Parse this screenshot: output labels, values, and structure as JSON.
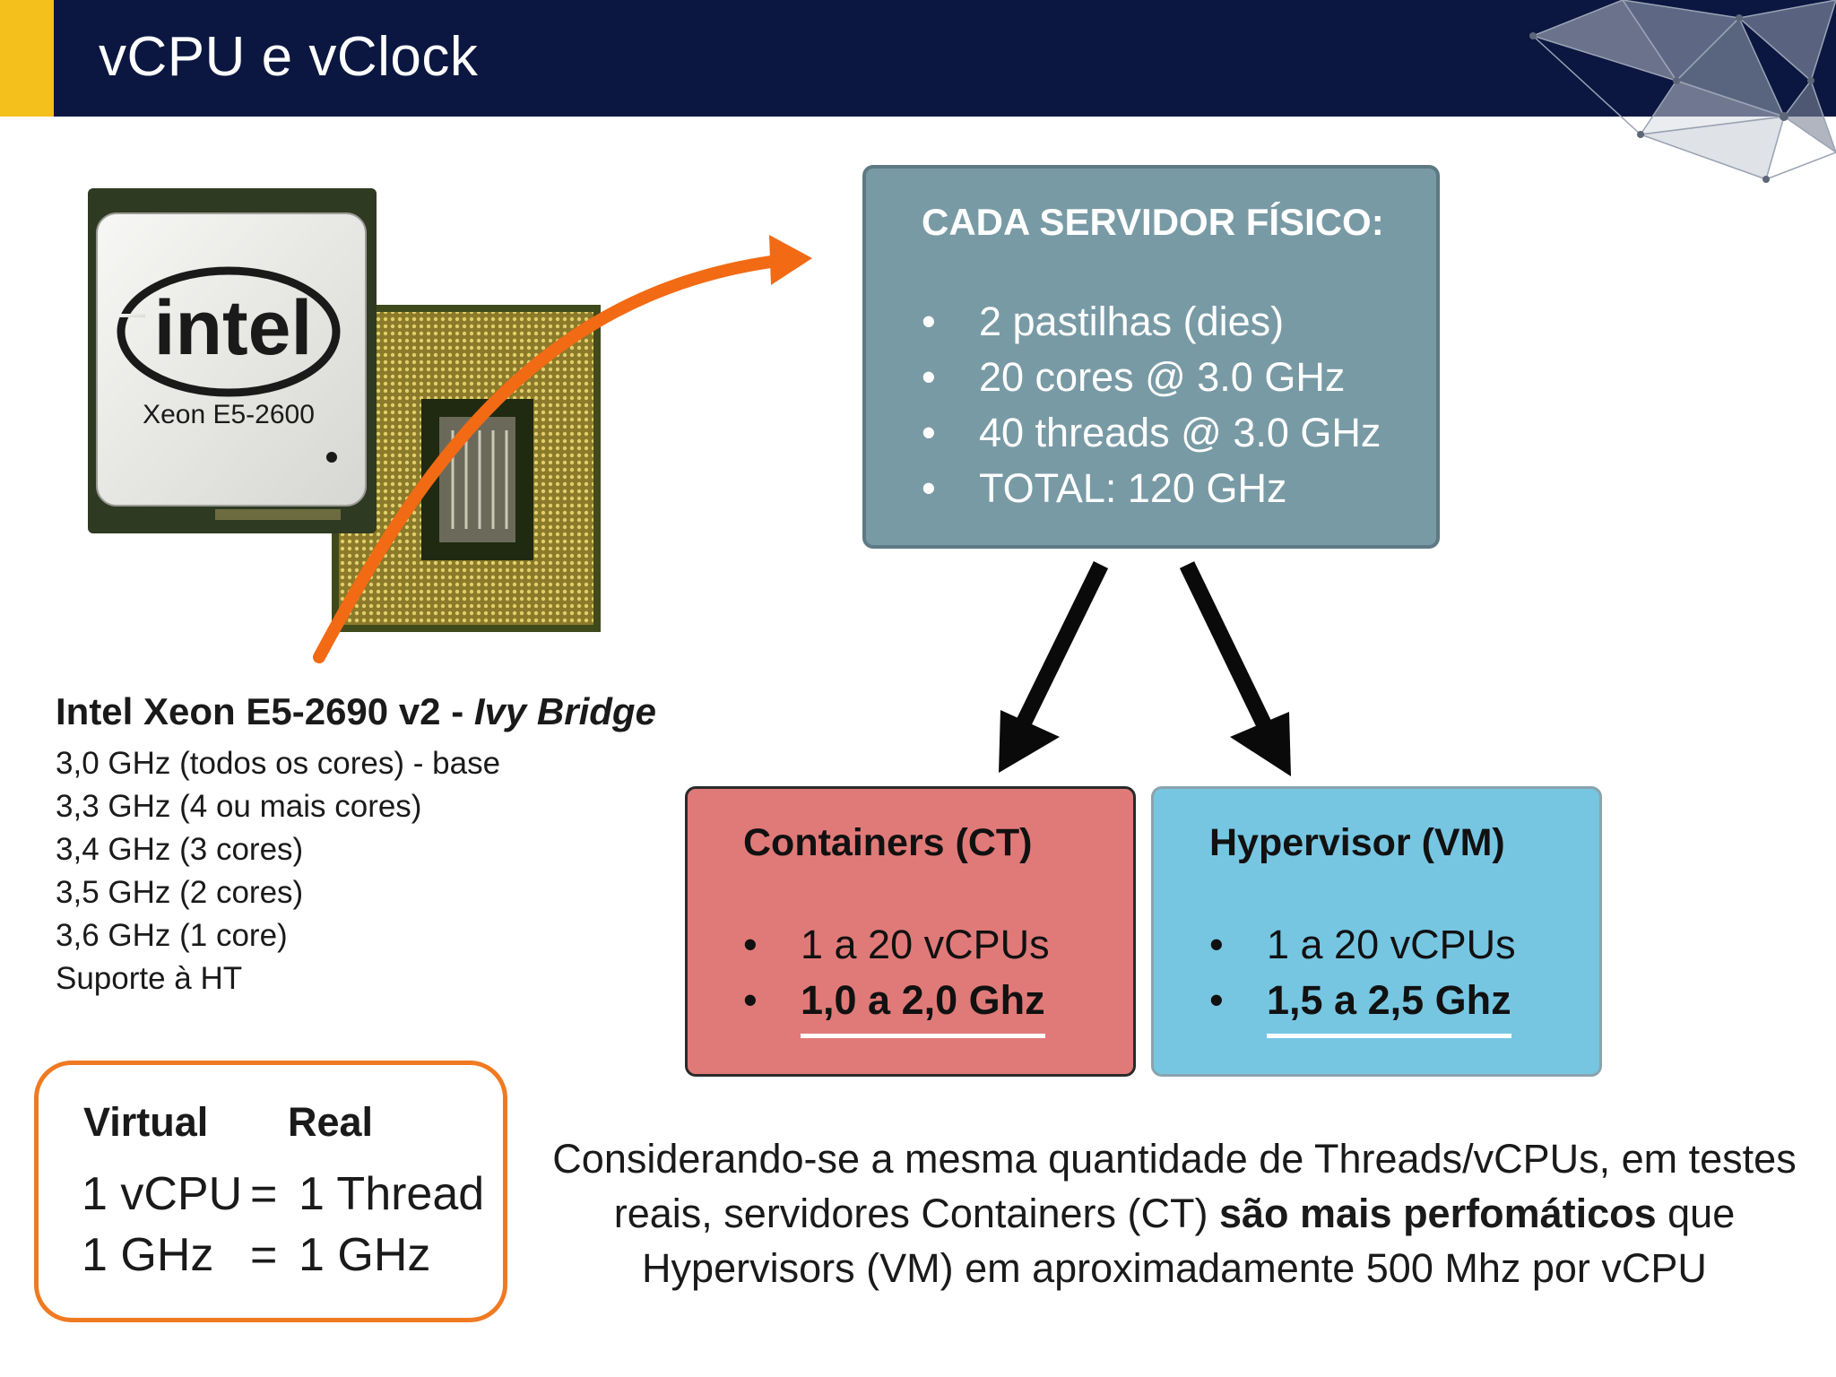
{
  "header": {
    "title": "vCPU e vClock",
    "accent_color": "#f3c01c",
    "background_color": "#0b1740"
  },
  "cpu_image": {
    "brand": "intel",
    "model_label": "Xeon E5-2600"
  },
  "cpu_caption": {
    "title_main": "Intel Xeon E5-2690 v2 - ",
    "title_italic": "Ivy Bridge",
    "specs": [
      "3,0 GHz (todos os cores) - base",
      "3,3 GHz (4 ou mais cores)",
      "3,4 GHz (3 cores)",
      "3,5 GHz (2 cores)",
      "3,6 GHz (1 core)",
      "Suporte à HT"
    ]
  },
  "server_box": {
    "title": "CADA SERVIDOR FÍSICO:",
    "items": [
      "2 pastilhas (dies)",
      "20 cores @ 3.0 GHz",
      "40 threads @ 3.0 GHz",
      "TOTAL: 120 GHz"
    ]
  },
  "containers_box": {
    "title": "Containers (CT)",
    "item_1": "1 a 20 vCPUs",
    "item_2": "1,0 a 2,0 Ghz"
  },
  "hypervisor_box": {
    "title": "Hypervisor (VM)",
    "item_1": "1 a 20 vCPUs",
    "item_2": "1,5 a 2,5 Ghz"
  },
  "virtual_real": {
    "header_virtual": "Virtual",
    "header_real": "Real",
    "row1_left": "1 vCPU",
    "row1_eq": "=",
    "row1_right": "1 Thread",
    "row2_left": "1 GHz",
    "row2_eq": "=",
    "row2_right": "1 GHz"
  },
  "conclusion": {
    "part1": "Considerando-se a mesma quantidade de Threads/vCPUs, em testes reais, servidores Containers (CT) ",
    "bold": "são mais perfomáticos",
    "part2": " que Hypervisors (VM) em aproximadamente 500 Mhz por vCPU"
  }
}
